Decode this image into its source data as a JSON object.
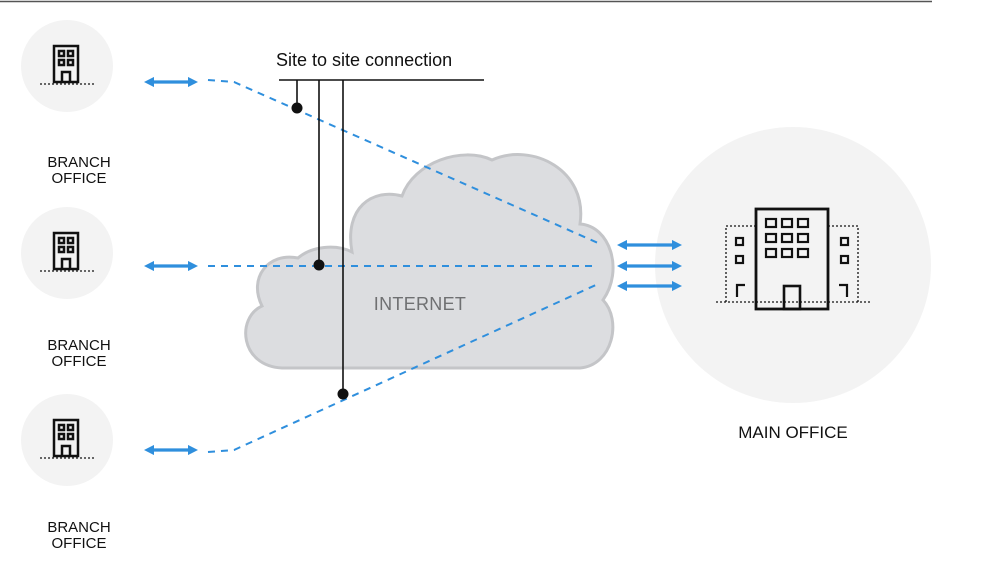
{
  "branches": [
    {
      "line1": "BRANCH",
      "line2": "OFFICE"
    },
    {
      "line1": "BRANCH",
      "line2": "OFFICE"
    },
    {
      "line1": "BRANCH",
      "line2": "OFFICE"
    }
  ],
  "main_office": {
    "label": "MAIN OFFICE"
  },
  "cloud": {
    "label": "INTERNET"
  },
  "connection": {
    "label": "Site to site connection"
  },
  "colors": {
    "link": "#2f8fdd",
    "circle": "#f3f3f3",
    "cloud_fill": "#dcdde0",
    "cloud_stroke": "#c4c5c8",
    "ink": "#111111"
  },
  "icons": [
    "building-icon",
    "office-complex-icon",
    "cloud-icon",
    "double-arrow-icon"
  ]
}
